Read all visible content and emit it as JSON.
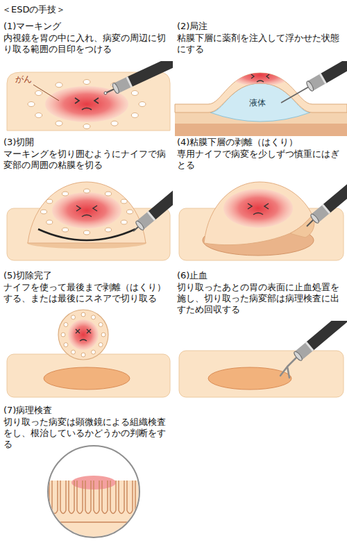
{
  "diagram": {
    "title": "＜ESDの手技＞",
    "labels": [
      "(1)マーキング",
      "内視鏡を胃の中に入れ、病変の周辺に切り取る範囲の目印をつける",
      "(2)局注",
      "粘膜下層に薬剤を注入して浮かせた状態にする",
      "がん",
      "液体",
      "(3)切開",
      "マーキングを切り囲むようにナイフで病変部の周囲の粘膜を切る",
      "(4)粘膜下層の剥離（はくり）",
      "専用ナイフで病変を少しずつ慎重にはぎとる",
      "(5)切除完了",
      "ナイフを使って最後まで剥離（はくり）する、または最後にスネアで切り取る",
      "(6)止血",
      "切り取ったあとの胃の表面に止血処置を施し、切り取った病変部は病理検査に出すため回収する",
      "(7)病理検査",
      "切り取った病変は顕微鏡による組織検査をし、根治しているかどうかの判断をする"
    ]
  }
}
